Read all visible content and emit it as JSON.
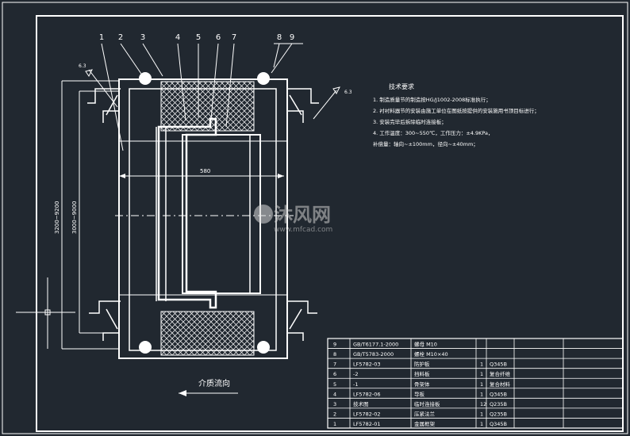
{
  "drawing": {
    "balloons": [
      "1",
      "2",
      "3",
      "4",
      "5",
      "6",
      "7",
      "8",
      "9"
    ],
    "dimensions": {
      "width_inner": "580",
      "height_outer": "3200~9200",
      "height_inner": "3000~9000",
      "roughness_left": "6.3",
      "roughness_right": "6.3"
    },
    "flow_label": "介质流向",
    "watermark": {
      "name": "沐风网",
      "url": "www.mfcad.com"
    }
  },
  "tech_requirements": {
    "title": "技术要求",
    "lines": [
      "1. 制造质量节的制造按HG/J1002-2008标准执行；",
      "2. 衬衬料器节的安装由施工单位在图纸按提供的安装施用书顶目标进行；",
      "3. 安装完毕后拆除临时连接板；",
      "4. 工作温度：300~550℃，工作压力：±4.9KPa，",
      "   补偿量：轴向~±100mm，径向~±40mm；"
    ]
  },
  "parts_table": {
    "rows": [
      {
        "no": "9",
        "code": "GB/T6177.1-2000",
        "name": "螺母 M10",
        "qty": "",
        "material": ""
      },
      {
        "no": "8",
        "code": "GB/T5783-2000",
        "name": "螺栓 M10×40",
        "qty": "",
        "material": ""
      },
      {
        "no": "7",
        "code": "LF5782-03",
        "name": "防护板",
        "qty": "1",
        "material": "Q345B"
      },
      {
        "no": "6",
        "code": "-2",
        "name": "挡料板",
        "qty": "1",
        "material": "复合纤维"
      },
      {
        "no": "5",
        "code": "-1",
        "name": "骨架体",
        "qty": "1",
        "material": "复合材料"
      },
      {
        "no": "4",
        "code": "LF5782-06",
        "name": "导板",
        "qty": "1",
        "material": "Q345B"
      },
      {
        "no": "3",
        "code": "技术图",
        "name": "临时连接板",
        "qty": "12",
        "material": "Q235B"
      },
      {
        "no": "2",
        "code": "LF5782-02",
        "name": "压紧法兰",
        "qty": "1",
        "material": "Q235B"
      },
      {
        "no": "1",
        "code": "LF5782-01",
        "name": "金属框架",
        "qty": "1",
        "material": "Q345B"
      }
    ]
  }
}
